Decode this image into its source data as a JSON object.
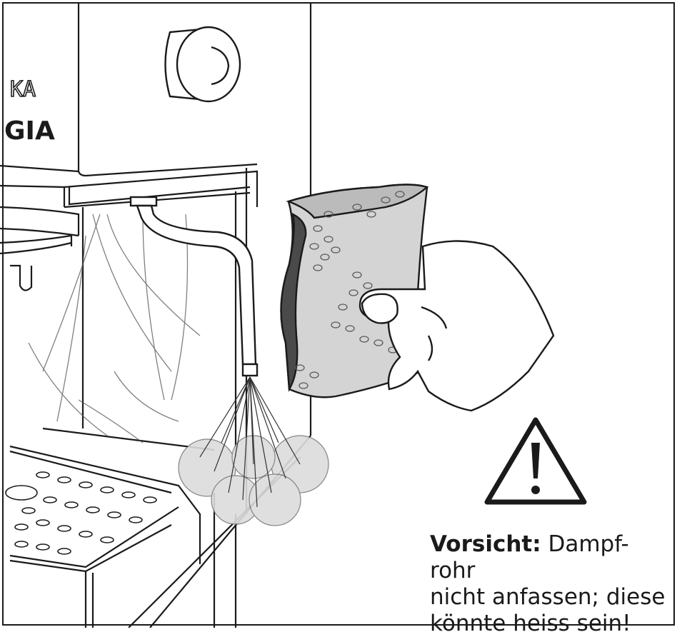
{
  "illustration": {
    "brand_fragment_top": "KA",
    "brand_fragment_bottom": "GIA"
  },
  "caution": {
    "label": "Vorsicht:",
    "line1_rest": "Dampf-rohr",
    "line2": "nicht anfassen; diese",
    "line3": "könnte heiss sein!"
  },
  "icons": {
    "warning": "warning-triangle-icon"
  },
  "colors": {
    "line": "#1a1a1a",
    "sponge_fill": "#d4d4d4",
    "sponge_dark": "#4a4a4a",
    "steam_fill": "#dcdcdc"
  }
}
